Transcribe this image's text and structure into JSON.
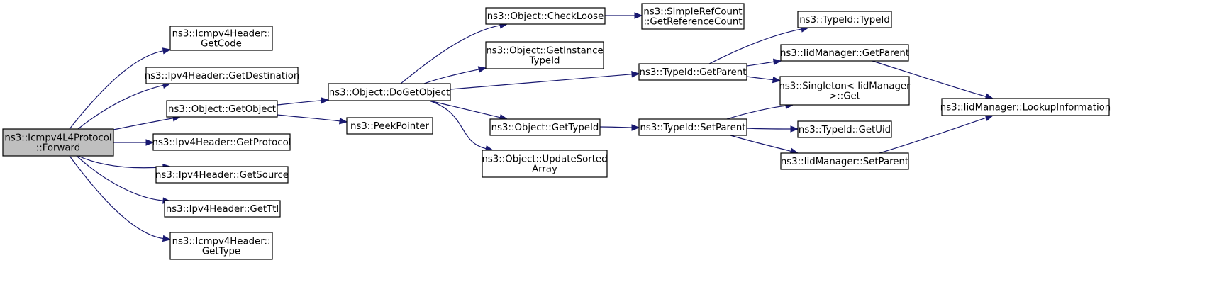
{
  "diagram": {
    "type": "call-graph",
    "edge_color": "#191970",
    "root_fill": "#bfbfbf",
    "nodes": [
      {
        "id": "forward",
        "lines": [
          "ns3::Icmpv4L4Protocol",
          "::Forward"
        ],
        "root": true
      },
      {
        "id": "icmp_getcode",
        "lines": [
          "ns3::Icmpv4Header::",
          "GetCode"
        ]
      },
      {
        "id": "ipv4_getdest",
        "lines": [
          "ns3::Ipv4Header::GetDestination"
        ]
      },
      {
        "id": "obj_getobject",
        "lines": [
          "ns3::Object::GetObject"
        ]
      },
      {
        "id": "ipv4_getproto",
        "lines": [
          "ns3::Ipv4Header::GetProtocol"
        ]
      },
      {
        "id": "ipv4_getsource",
        "lines": [
          "ns3::Ipv4Header::GetSource"
        ]
      },
      {
        "id": "ipv4_getttl",
        "lines": [
          "ns3::Ipv4Header::GetTtl"
        ]
      },
      {
        "id": "icmp_gettype",
        "lines": [
          "ns3::Icmpv4Header::",
          "GetType"
        ]
      },
      {
        "id": "obj_dogetobject",
        "lines": [
          "ns3::Object::DoGetObject"
        ]
      },
      {
        "id": "peekpointer",
        "lines": [
          "ns3::PeekPointer"
        ]
      },
      {
        "id": "obj_checkloose",
        "lines": [
          "ns3::Object::CheckLoose"
        ]
      },
      {
        "id": "obj_getinstancetypeid",
        "lines": [
          "ns3::Object::GetInstance",
          "TypeId"
        ]
      },
      {
        "id": "obj_gettypeid",
        "lines": [
          "ns3::Object::GetTypeId"
        ]
      },
      {
        "id": "obj_updatesortedarray",
        "lines": [
          "ns3::Object::UpdateSorted",
          "Array"
        ]
      },
      {
        "id": "simplerefcount",
        "lines": [
          "ns3::SimpleRefCount",
          "::GetReferenceCount"
        ]
      },
      {
        "id": "typeid_getparent",
        "lines": [
          "ns3::TypeId::GetParent"
        ]
      },
      {
        "id": "typeid_setparent",
        "lines": [
          "ns3::TypeId::SetParent"
        ]
      },
      {
        "id": "typeid_typeid",
        "lines": [
          "ns3::TypeId::TypeId"
        ]
      },
      {
        "id": "iid_getparent",
        "lines": [
          "ns3::IidManager::GetParent"
        ]
      },
      {
        "id": "singleton_get",
        "lines": [
          "ns3::Singleton< IidManager",
          ">::Get"
        ]
      },
      {
        "id": "typeid_getuid",
        "lines": [
          "ns3::TypeId::GetUid"
        ]
      },
      {
        "id": "iid_setparent",
        "lines": [
          "ns3::IidManager::SetParent"
        ]
      },
      {
        "id": "iid_lookupinfo",
        "lines": [
          "ns3::IidManager::LookupInformation"
        ]
      }
    ],
    "edges": [
      {
        "from": "forward",
        "to": "icmp_getcode"
      },
      {
        "from": "forward",
        "to": "ipv4_getdest"
      },
      {
        "from": "forward",
        "to": "obj_getobject"
      },
      {
        "from": "forward",
        "to": "ipv4_getproto"
      },
      {
        "from": "forward",
        "to": "ipv4_getsource"
      },
      {
        "from": "forward",
        "to": "ipv4_getttl"
      },
      {
        "from": "forward",
        "to": "icmp_gettype"
      },
      {
        "from": "obj_getobject",
        "to": "obj_dogetobject"
      },
      {
        "from": "obj_getobject",
        "to": "peekpointer"
      },
      {
        "from": "obj_dogetobject",
        "to": "obj_checkloose"
      },
      {
        "from": "obj_dogetobject",
        "to": "obj_getinstancetypeid"
      },
      {
        "from": "obj_dogetobject",
        "to": "typeid_getparent"
      },
      {
        "from": "obj_dogetobject",
        "to": "obj_gettypeid"
      },
      {
        "from": "obj_dogetobject",
        "to": "obj_updatesortedarray"
      },
      {
        "from": "obj_checkloose",
        "to": "simplerefcount"
      },
      {
        "from": "obj_gettypeid",
        "to": "typeid_setparent"
      },
      {
        "from": "typeid_getparent",
        "to": "typeid_typeid"
      },
      {
        "from": "typeid_getparent",
        "to": "iid_getparent"
      },
      {
        "from": "typeid_getparent",
        "to": "singleton_get"
      },
      {
        "from": "typeid_setparent",
        "to": "singleton_get"
      },
      {
        "from": "typeid_setparent",
        "to": "typeid_getuid"
      },
      {
        "from": "typeid_setparent",
        "to": "iid_setparent"
      },
      {
        "from": "iid_getparent",
        "to": "iid_lookupinfo"
      },
      {
        "from": "iid_setparent",
        "to": "iid_lookupinfo"
      }
    ]
  }
}
